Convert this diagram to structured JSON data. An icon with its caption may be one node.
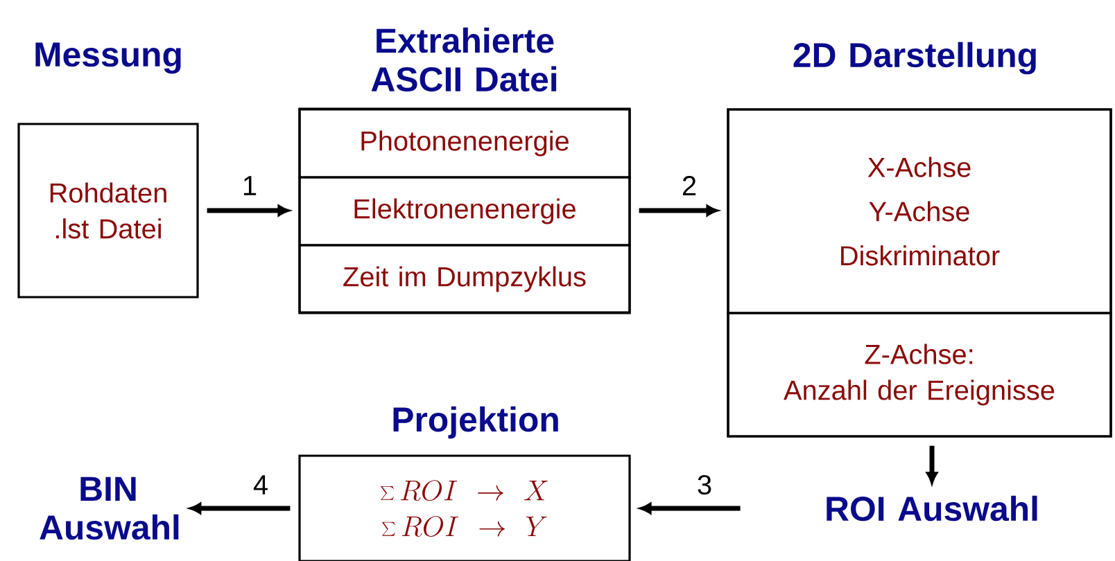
{
  "diagram": {
    "nodes": [
      {
        "text": [
          "Messung",
          "Rohdaten .lst Datei"
        ]
      },
      {
        "text": [
          "Extrahierte ASCII Datei"
        ]
      },
      {
        "text": [
          "Photonenenergie"
        ],
        "in": 1
      },
      {
        "text": [
          "Elektronenenergie"
        ],
        "in": 1
      },
      {
        "text": [
          "Zeit im Dumpzyklus"
        ],
        "in": 1
      },
      {
        "text": [
          "2D Darstellung"
        ]
      },
      {
        "text": [
          "X-Achse",
          "Y-Achse",
          "Diskriminator"
        ],
        "in": 5
      },
      {
        "text": [
          "Z-Achse:",
          "Anzahl der Ereignisse"
        ],
        "in": 5
      },
      {
        "text": [
          "ROI Auswahl"
        ]
      },
      {
        "text": [
          "Projektion",
          "\\sum ROI \\to X",
          "\\sum ROI \\to Y"
        ]
      },
      {
        "text": [
          "BIN Auswahl"
        ]
      }
    ],
    "edges": [
      {
        "from": 0,
        "to": 1,
        "arrow": "to",
        "label": "1"
      },
      {
        "from": 1,
        "to": 5,
        "arrow": "to",
        "label": "2"
      },
      {
        "from": 5,
        "to": 8,
        "arrow": "to"
      },
      {
        "from": 8,
        "to": 9,
        "arrow": "to",
        "label": "3"
      },
      {
        "from": 9,
        "to": 10,
        "arrow": "to",
        "label": "4"
      }
    ]
  }
}
